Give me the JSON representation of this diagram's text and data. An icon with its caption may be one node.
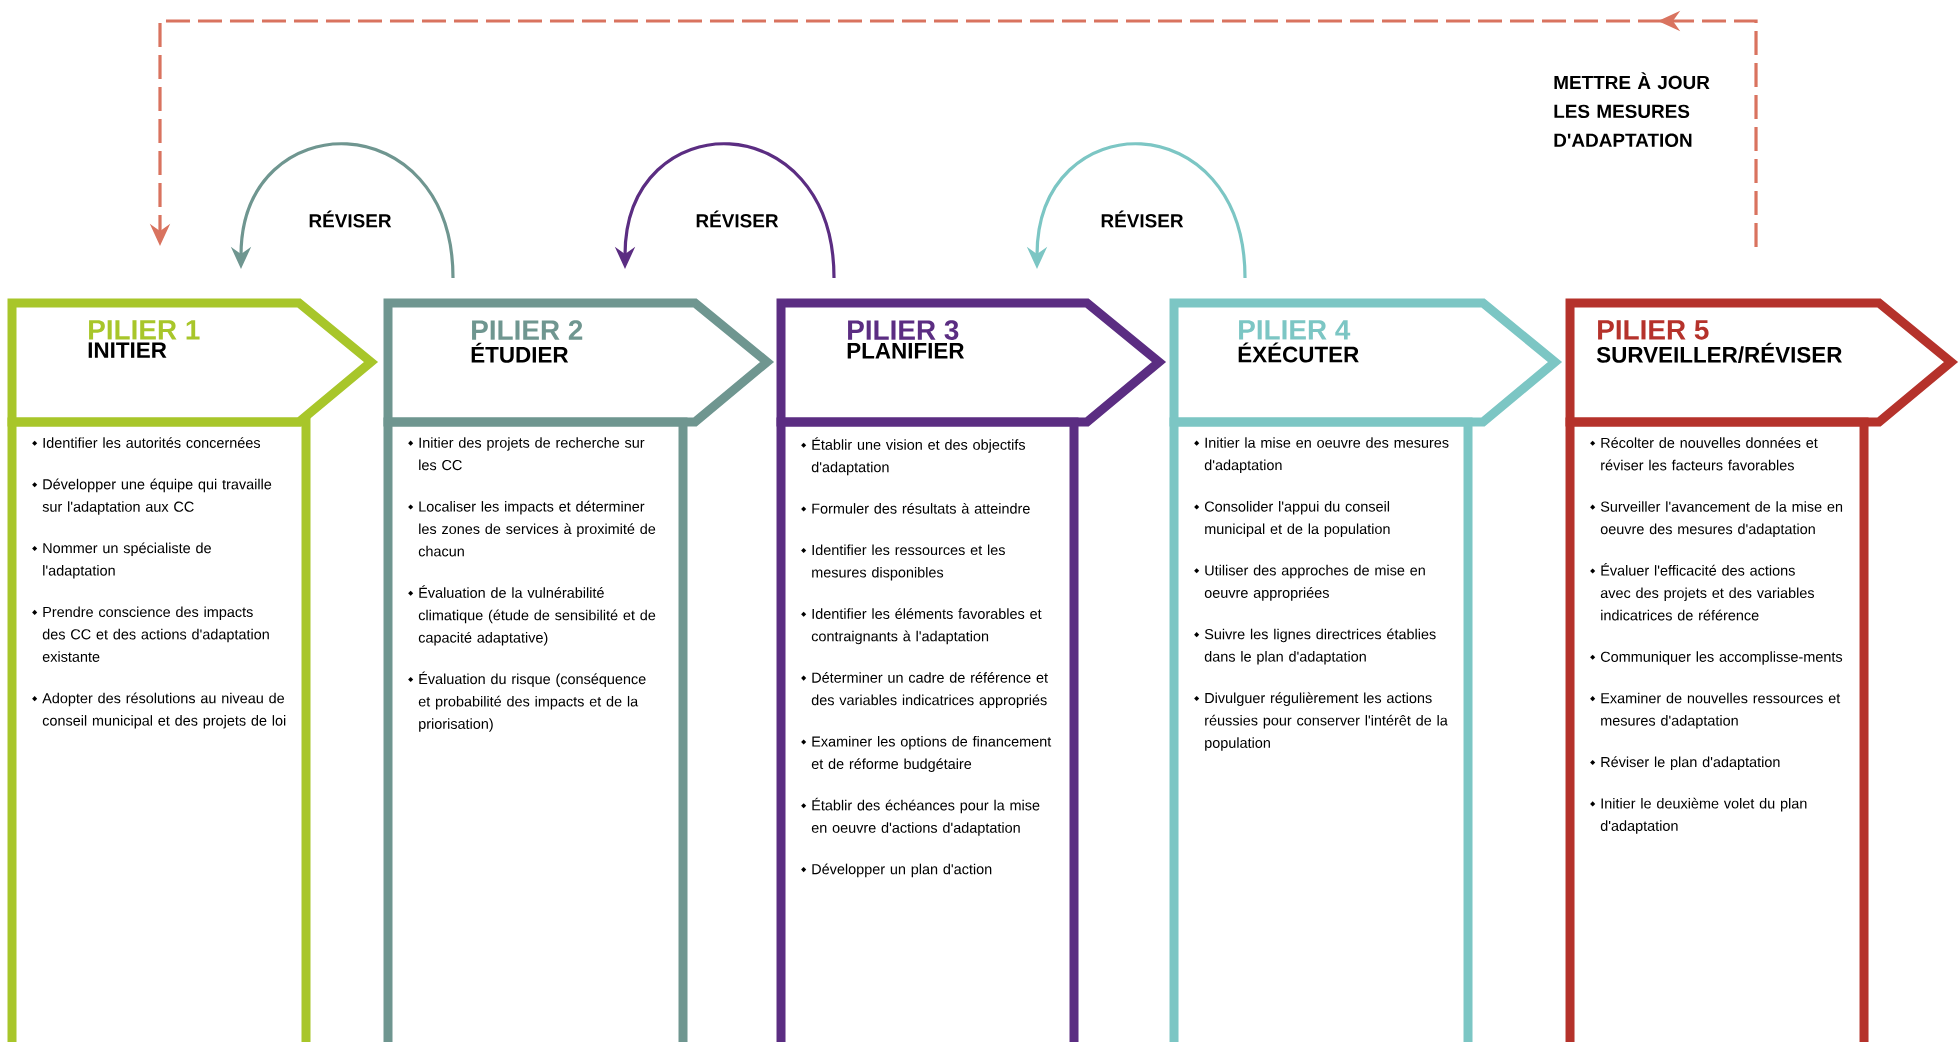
{
  "diagram": {
    "nodes": [
      {
        "text": [
          "PILIER 1",
          "INITIER"
        ]
      },
      {
        "text": [
          "Identifier les autorités concernées",
          "Développer une équipe qui travaille sur l'adaptation aux CC",
          "Nommer un spécialiste de l'adaptation",
          "Prendre conscience des impacts des CC et des actions d'adaptation existante",
          "Adopter des résolutions au niveau de conseil municipal et des projets de loi"
        ]
      },
      {
        "text": [
          "PILIER 2",
          "ÉTUDIER"
        ]
      },
      {
        "text": [
          "Initier des projets de recherche sur les CC",
          "Localiser les impacts et déterminer les zones de services à proximité de chacun",
          "Évaluation de la vulnérabilité climatique (étude de sensibilité et de capacité adaptative)",
          "Évaluation du risque (conséquence et probabilité des impacts et de la priorisation)"
        ]
      },
      {
        "text": [
          "PILIER 3",
          "PLANIFIER"
        ]
      },
      {
        "text": [
          "Établir une vision et des objectifs d'adaptation",
          "Formuler des résultats à atteindre",
          "Identifier les ressources et les mesures disponibles",
          "Identifier les éléments favorables et contraignants à l'adaptation",
          "Déterminer un cadre de référence et des variables indicatrices appropriés",
          "Examiner les options de financement et de réforme budgétaire",
          "Établir des échéances pour la mise en oeuvre d'actions d'adaptation",
          "Développer un plan d'action"
        ]
      },
      {
        "text": [
          "PILIER 4",
          "ÉXÉCUTER"
        ]
      },
      {
        "text": [
          "Initier la mise en oeuvre des mesures d'adaptation",
          "Consolider l'appui du conseil municipal et de la population",
          "Utiliser des approches de mise en oeuvre appropriées",
          "Suivre les lignes directrices établies dans le plan d'adaptation",
          "Divulguer régulièrement les actions réussies pour conserver l'intérêt de la population"
        ]
      },
      {
        "text": [
          "PILIER 5",
          "SURVEILLER/RÉVISER"
        ]
      },
      {
        "text": [
          "Récolter de nouvelles données et réviser les facteurs favorables",
          "Surveiller l'avancement de la mise en oeuvre des mesures d'adaptation",
          "Évaluer l'efficacité des actions avec des projets et des variables indicatrices de référence",
          "Communiquer les accomplisse-ments",
          "Examiner de nouvelles ressources et mesures d'adaptation",
          "Réviser le plan d'adaptation",
          "Initier le deuxième volet du plan d'adaptation"
        ]
      }
    ],
    "edges": [
      {
        "from": 2,
        "to": 0,
        "arrow": "to",
        "label": "RÉVISER",
        "color": "#6f9690"
      },
      {
        "from": 4,
        "to": 2,
        "arrow": "to",
        "label": "RÉVISER",
        "color": "#5b2d82"
      },
      {
        "from": 6,
        "to": 4,
        "arrow": "to",
        "label": "RÉVISER",
        "color": "#7cc6c4"
      },
      {
        "from": 8,
        "to": 0,
        "arrow": "to",
        "label": "METTRE À JOUR LES MESURES D'ADAPTATION",
        "style": "dashed",
        "color": "#d9735f"
      }
    ]
  }
}
